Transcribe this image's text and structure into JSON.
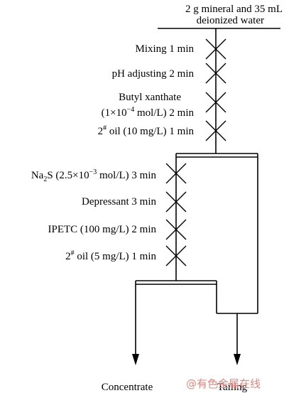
{
  "feed": {
    "line1": "2 g mineral and 35 mL",
    "line2": "deionized water"
  },
  "stage1_steps": [
    {
      "text": "Mixing 1 min"
    },
    {
      "text": "pH adjusting 2 min"
    },
    {
      "text": "Butyl xanthate"
    },
    {
      "pre": "(1×10",
      "sup": "−4",
      "post": " mol/L) 2 min"
    },
    {
      "pre": "2",
      "sup": "#",
      "post": " oil (10 mg/L) 1 min"
    }
  ],
  "stage2_steps": [
    {
      "pre": "Na",
      "sub": "2",
      "post": "S (2.5×10",
      "sup": "−3",
      "post2": " mol/L) 3 min"
    },
    {
      "text": "Depressant 3 min"
    },
    {
      "text": "IPETC (100 mg/L) 2 min"
    },
    {
      "pre": "2",
      "sup": "#",
      "post": " oil (5 mg/L) 1 min"
    }
  ],
  "outputs": {
    "concentrate": "Concentrate",
    "tailing": "Tailing"
  },
  "watermark": "@有色金属在线",
  "colors": {
    "line": "#000000",
    "watermark": "#e5867e"
  }
}
